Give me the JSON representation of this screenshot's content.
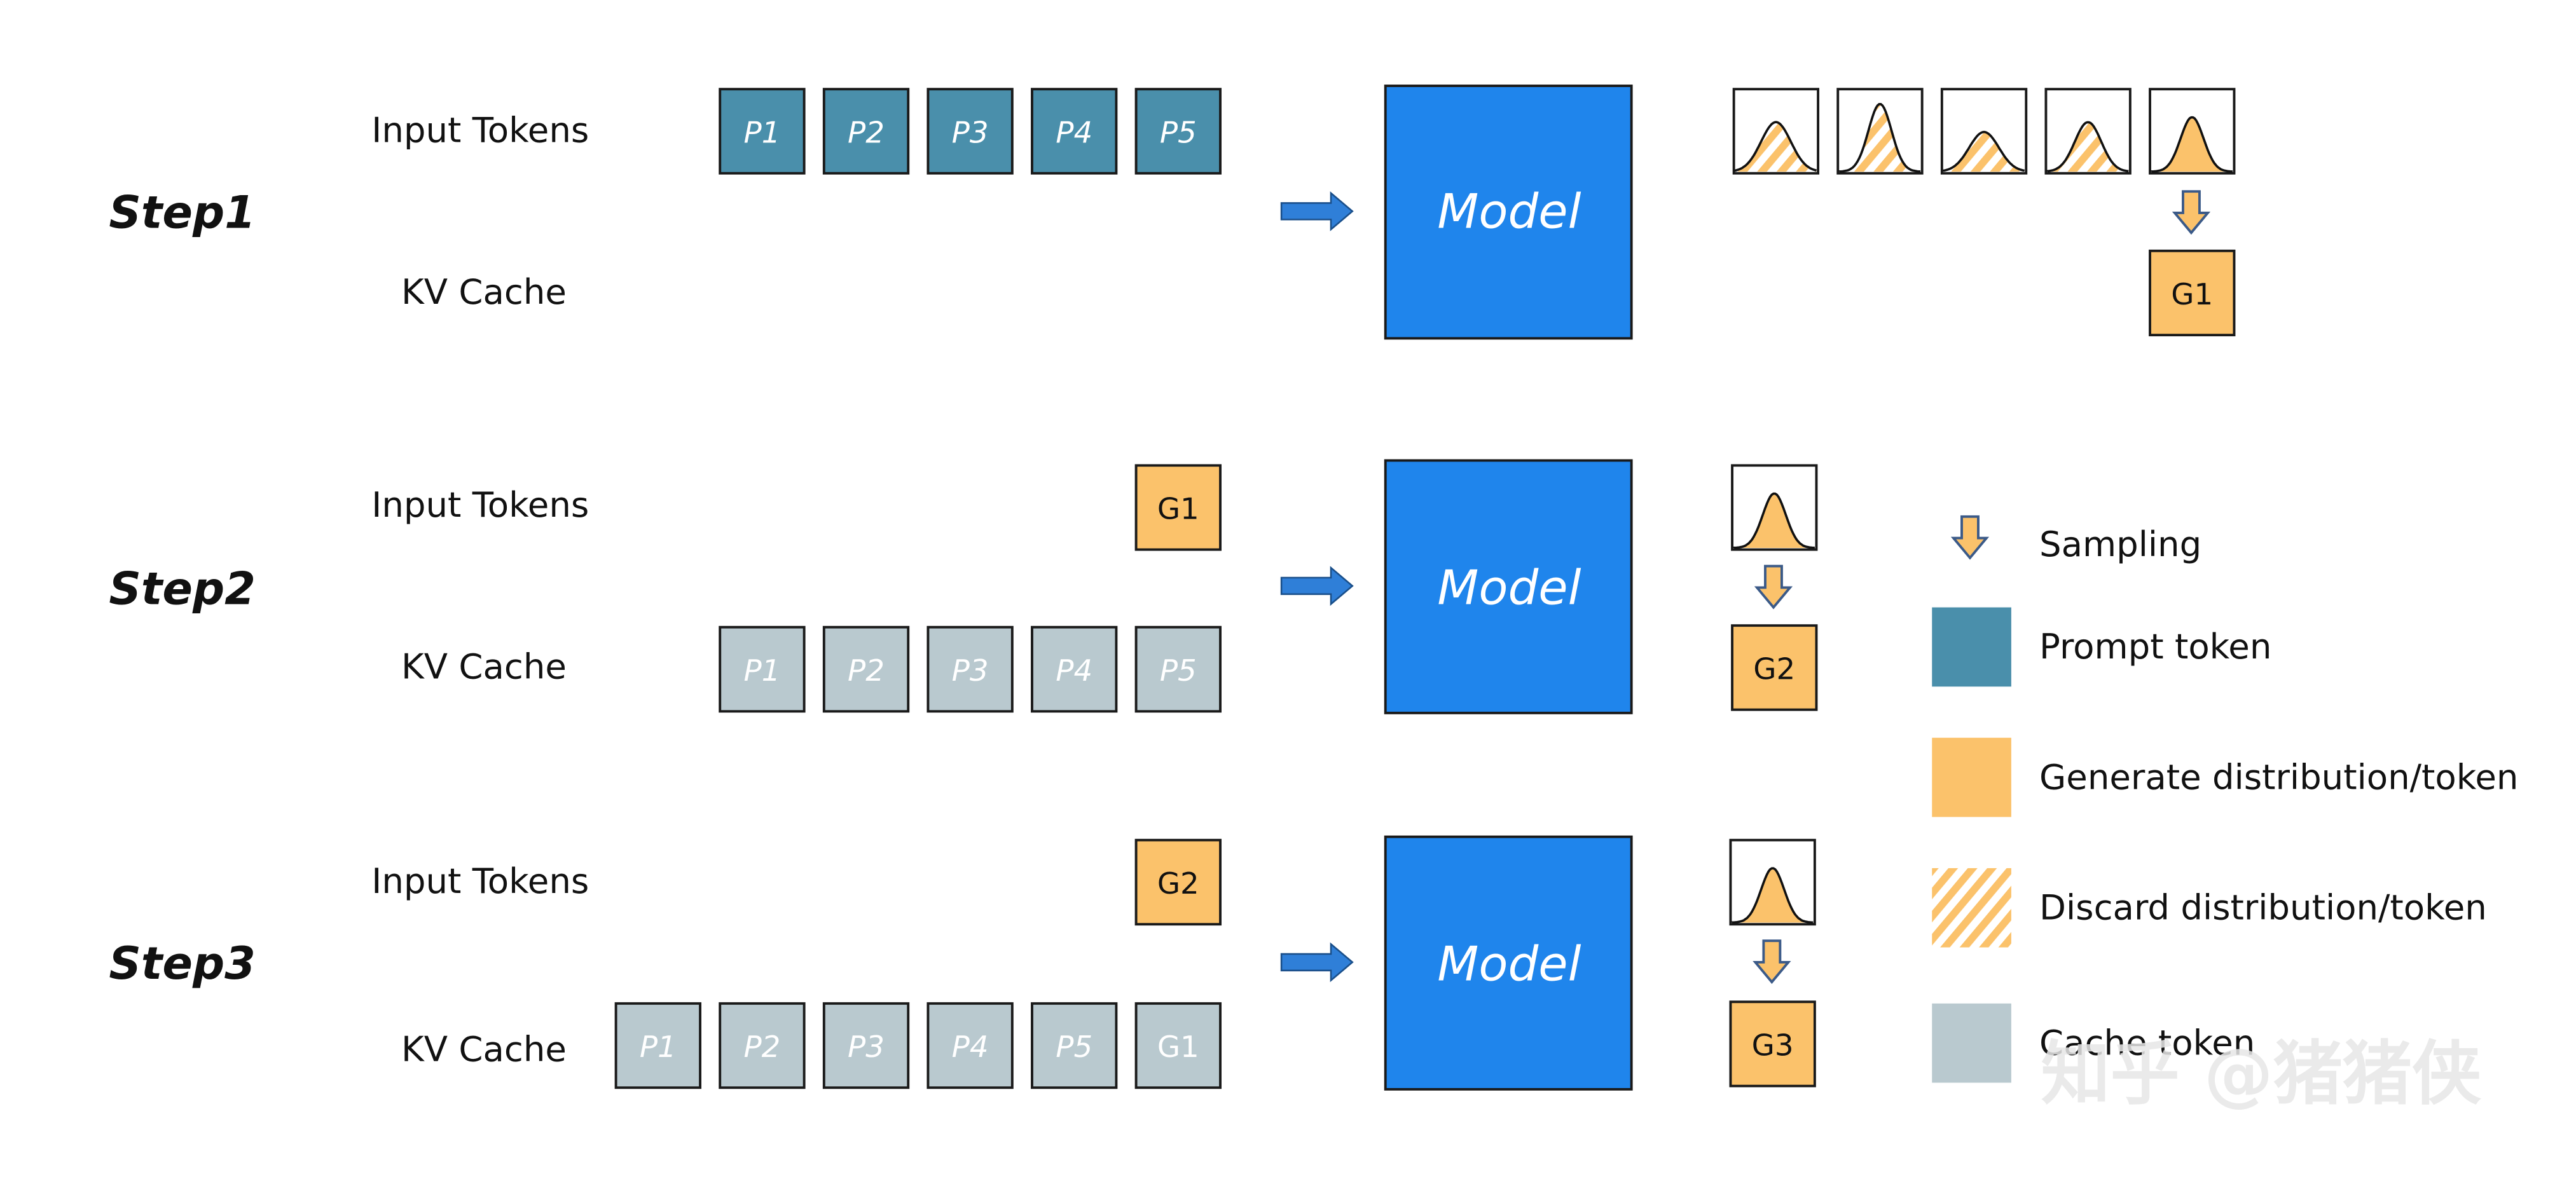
{
  "steps": [
    {
      "label": "Step1",
      "input_label": "Input Tokens",
      "cache_label": "KV Cache",
      "input_tokens": [
        "P1",
        "P2",
        "P3",
        "P4",
        "P5"
      ],
      "cache_tokens": [],
      "model_label": "Model",
      "distributions": [
        "discard",
        "discard",
        "discard",
        "discard",
        "generate"
      ],
      "output_token": "G1"
    },
    {
      "label": "Step2",
      "input_label": "Input Tokens",
      "cache_label": "KV Cache",
      "input_tokens": [
        "G1"
      ],
      "cache_tokens": [
        "P1",
        "P2",
        "P3",
        "P4",
        "P5"
      ],
      "model_label": "Model",
      "distributions": [
        "generate"
      ],
      "output_token": "G2"
    },
    {
      "label": "Step3",
      "input_label": "Input Tokens",
      "cache_label": "KV Cache",
      "input_tokens": [
        "G2"
      ],
      "cache_tokens": [
        "P1",
        "P2",
        "P3",
        "P4",
        "P5",
        "G1"
      ],
      "model_label": "Model",
      "distributions": [
        "generate"
      ],
      "output_token": "G3"
    }
  ],
  "legend": [
    {
      "type": "sampling",
      "label": "Sampling"
    },
    {
      "type": "prompt",
      "label": "Prompt token"
    },
    {
      "type": "generate",
      "label": "Generate distribution/token"
    },
    {
      "type": "discard",
      "label": "Discard distribution/token"
    },
    {
      "type": "cache",
      "label": "Cache token"
    }
  ],
  "watermark": "知乎 @猪猪侠",
  "colors": {
    "prompt": "#4a8fab",
    "generate": "#fbc26b",
    "cache": "#b9c9cf",
    "model": "#1f85ec",
    "arrow": "#2f7fd8",
    "border": "#1a1a1a"
  }
}
